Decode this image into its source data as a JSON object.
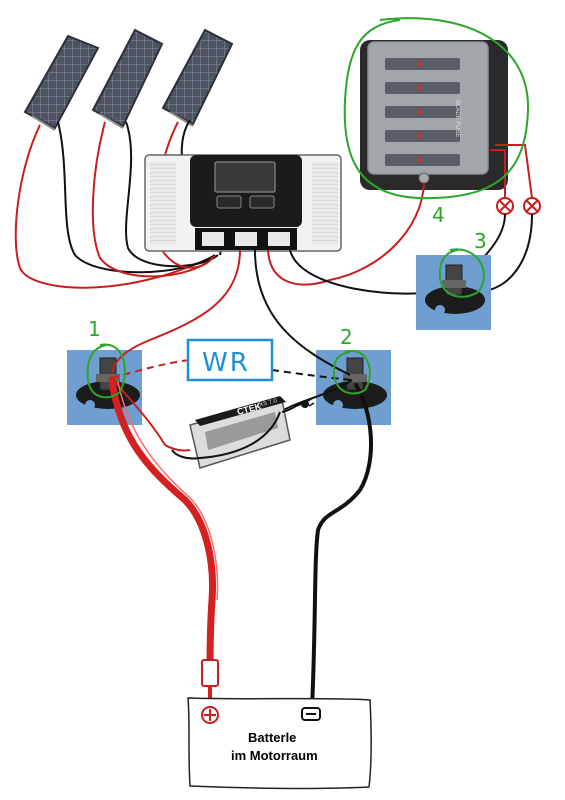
{
  "labels": {
    "stud1": "1",
    "stud2": "2",
    "stud3": "3",
    "fusebox": "4",
    "inverter": "WR",
    "battery_line1": "Batterle",
    "battery_line2": "im Motorraum",
    "charger_brand": "CTEK",
    "charger_model": "MXS 7.0",
    "fuse_lid": "BLADE FUSE"
  },
  "colors": {
    "positive_wire": "#d42020",
    "negative_wire": "#111111",
    "thin_red_wire": "#c81e1e",
    "annotation_green": "#2aa62a",
    "annotation_blue": "#1e90d8",
    "stud_background": "#6f9fd0",
    "panel_cell": "#4a4f5e",
    "controller_body": "#f2f2f2",
    "fusebox_body": "#2a2a2a",
    "charger_body": "#dcdcdc"
  },
  "icons": [
    "solar-panel-icon",
    "charge-controller-icon",
    "fuse-box-icon",
    "bus-stud-icon",
    "battery-charger-icon",
    "lamp-icon",
    "battery-icon"
  ]
}
